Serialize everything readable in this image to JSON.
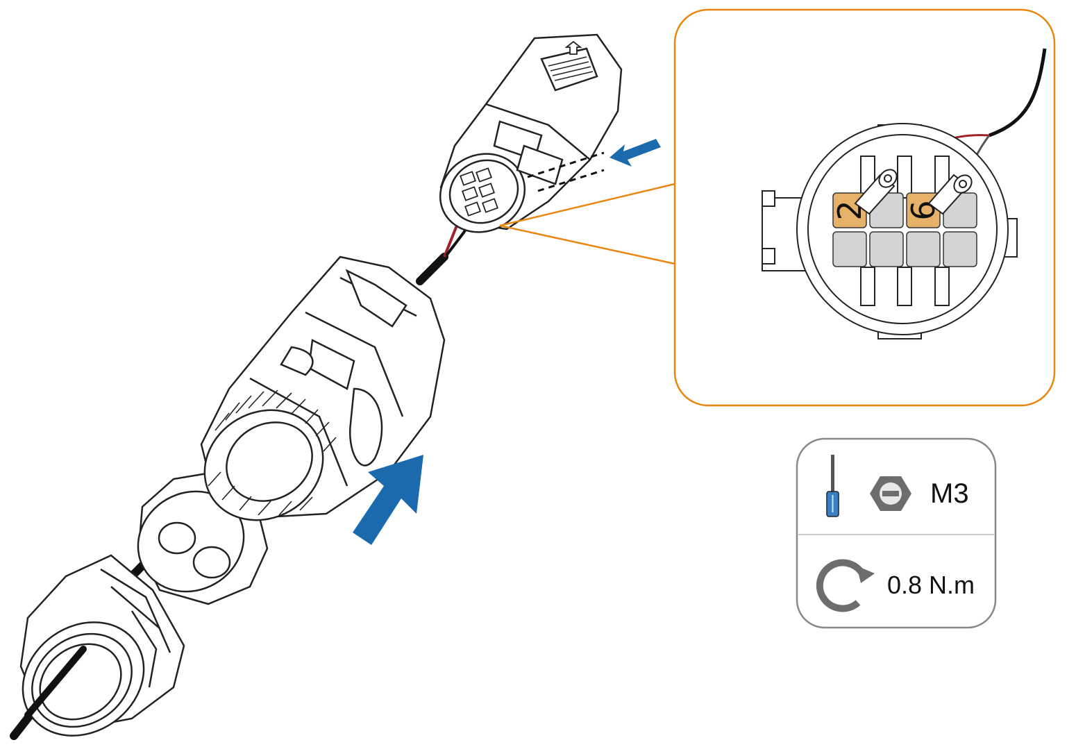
{
  "detail_inset": {
    "pin_labels": [
      "2",
      "6"
    ],
    "wire_colors": {
      "red": "#a3202a",
      "black": "#111111"
    },
    "highlight_color": "#e6b26a",
    "pin_color": "#d4d4d4",
    "border_color": "#e8860f"
  },
  "tool_panel": {
    "screw_size": "M3",
    "torque": "0.8 N.m",
    "icons": [
      "screwdriver-icon",
      "slotted-screw-icon",
      "rotate-clockwise-icon"
    ]
  },
  "arrows": {
    "color": "#1a6aad"
  }
}
